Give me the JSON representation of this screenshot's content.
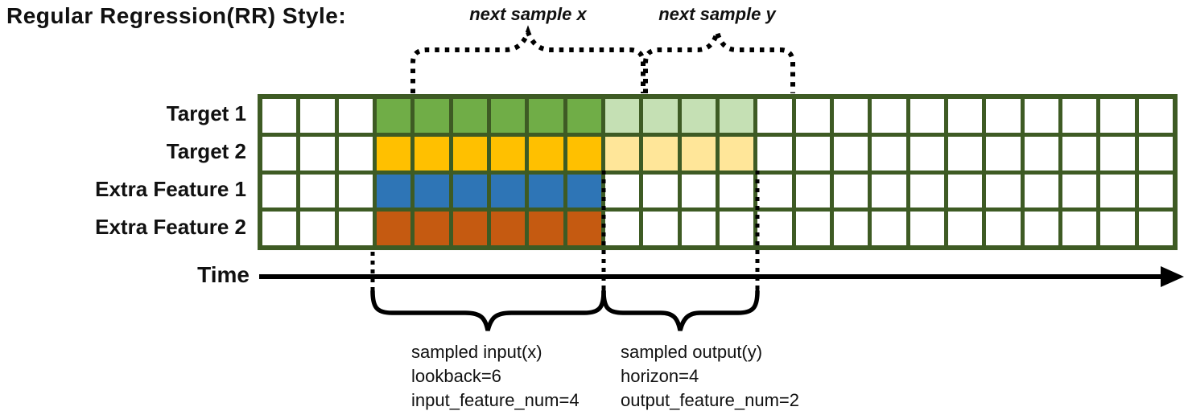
{
  "title": "Regular Regression(RR) Style:",
  "top_annotations": {
    "next_sample_x": "next sample x",
    "next_sample_y": "next sample y"
  },
  "rows": [
    {
      "label": "Target 1",
      "input_color": "#70AD47",
      "output_color": "#C5E0B4"
    },
    {
      "label": "Target 2",
      "input_color": "#FFC000",
      "output_color": "#FFE699"
    },
    {
      "label": "Extra Feature 1",
      "input_color": "#2E75B6",
      "output_color": null
    },
    {
      "label": "Extra Feature 2",
      "input_color": "#C55A11",
      "output_color": null
    }
  ],
  "grid": {
    "total_columns": 24,
    "lead_in_columns": 3,
    "input_columns": 6,
    "output_columns": 4,
    "line_color": "#3E5B24",
    "empty_cell_color": "#ffffff"
  },
  "time_axis": {
    "label": "Time"
  },
  "input_annotation": {
    "lines": [
      "sampled input(x)",
      "lookback=6",
      "input_feature_num=4"
    ]
  },
  "output_annotation": {
    "lines": [
      "sampled output(y)",
      "horizon=4",
      "output_feature_num=2"
    ]
  }
}
